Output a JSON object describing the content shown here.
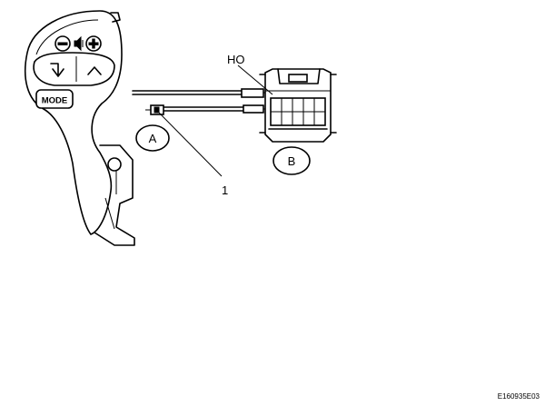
{
  "diagram": {
    "switch_label": "MODE",
    "callouts": {
      "terminal": "HO",
      "part_number": "1",
      "view_a": "A",
      "view_b": "B"
    },
    "figure_id": "E160935E03"
  },
  "icons": [
    "minus-icon",
    "volume-icon",
    "plus-icon",
    "seek-down-icon",
    "seek-up-icon"
  ]
}
